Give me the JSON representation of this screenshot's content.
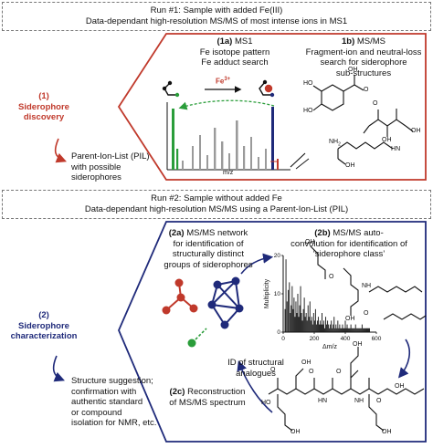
{
  "run1": {
    "title": "Run #1: Sample with added Fe(III)",
    "subtitle": "Data-dependant high-resolution MS/MS of most intense ions in MS1"
  },
  "step1": {
    "num": "(1)",
    "name": "Siderophore",
    "name2": "discovery",
    "pil1": "Parent-Ion-List (PIL)",
    "pil2": "with possible",
    "pil3": "siderophores"
  },
  "panel1a": {
    "id": "(1a)",
    "name": "MS1",
    "line1": "Fe isotope pattern",
    "line2": "Fe adduct search",
    "fe3": "Fe",
    "fe3sup": "3+",
    "fe": "Fe",
    "xaxis": "m/z"
  },
  "panel1b": {
    "id": "1b)",
    "name": "MS/MS",
    "line1": "Fragment-ion and neutral-loss",
    "line2": "search for siderophore",
    "line3": "sub-structures"
  },
  "run2": {
    "title": "Run #2: Sample without added Fe",
    "subtitle": "Data-dependant high-resolution MS/MS using a Parent-Ion-List (PIL)"
  },
  "step2": {
    "num": "(2)",
    "name": "Siderophore",
    "name2": "characterization",
    "out1": "Structure suggestion;",
    "out2": "confirmation with",
    "out3": "authentic standard",
    "out4": "or compound",
    "out5": "isolation for NMR, etc."
  },
  "panel2a": {
    "id": "(2a)",
    "name": "MS/MS network",
    "line1": "for identification of",
    "line2": "structurally distinct",
    "line3": "groups of siderophores"
  },
  "panel2b": {
    "id": "(2b)",
    "name": "MS/MS auto-",
    "line1": "convolution for identification of",
    "line2": "‘siderophore class’"
  },
  "chart_data": {
    "type": "bar",
    "ylabel": "Multiplicity",
    "xlabel": "Δm/z",
    "xlim": [
      0,
      600
    ],
    "ylim": [
      0,
      20
    ],
    "xticks": [
      "0",
      "200",
      "400",
      "600"
    ],
    "yticks": [
      "0",
      "10",
      "20"
    ],
    "x": [
      12,
      18,
      25,
      33,
      40,
      46,
      52,
      58,
      64,
      70,
      76,
      82,
      88,
      94,
      100,
      106,
      112,
      118,
      124,
      130,
      136,
      142,
      148,
      154,
      160,
      166,
      172,
      178,
      184,
      190,
      196,
      202,
      208,
      214,
      220,
      226,
      232,
      238,
      244,
      250,
      256,
      262,
      268,
      274,
      280,
      286,
      292,
      298,
      304,
      310,
      316,
      322,
      328,
      334,
      340,
      346,
      352,
      358,
      364,
      370,
      376,
      382,
      388,
      394,
      400,
      406,
      412,
      418,
      424,
      430,
      436,
      442,
      448,
      454,
      460,
      466,
      472,
      478,
      484,
      490,
      496,
      502,
      508,
      514,
      520,
      526,
      532,
      538,
      544,
      550,
      556
    ],
    "values": [
      6,
      19,
      8,
      11,
      13,
      5,
      7,
      12,
      6,
      9,
      4,
      8,
      5,
      10,
      4,
      7,
      12,
      5,
      3,
      6,
      9,
      4,
      5,
      3,
      7,
      4,
      8,
      3,
      4,
      2,
      5,
      3,
      6,
      2,
      3,
      4,
      2,
      3,
      2,
      5,
      2,
      3,
      1,
      4,
      2,
      3,
      2,
      1,
      2,
      3,
      1,
      2,
      4,
      1,
      2,
      1,
      3,
      1,
      2,
      1,
      1,
      2,
      1,
      1,
      3,
      1,
      2,
      1,
      1,
      1,
      2,
      1,
      1,
      1,
      1,
      2,
      1,
      1,
      1,
      1,
      1,
      1,
      2,
      1,
      1,
      1,
      1,
      1,
      1,
      1,
      1
    ]
  },
  "id_analogues": {
    "line1": "ID of structural",
    "line2": "analogues"
  },
  "panel2c": {
    "id": "(2c)",
    "name": "Reconstruction",
    "line1": "of MS/MS spectrum"
  },
  "chem": {
    "oh": "OH",
    "o": "O",
    "ho": "HO",
    "nh2": "NH",
    "nh2sub": "2",
    "hn": "HN",
    "nh": "NH",
    "h": "H",
    "n": "N",
    "oh2": "OH"
  },
  "colors": {
    "red": "#c0392b",
    "blue": "#1f2a7a",
    "green": "#2a9d3a",
    "gray": "#9a9a9a"
  }
}
